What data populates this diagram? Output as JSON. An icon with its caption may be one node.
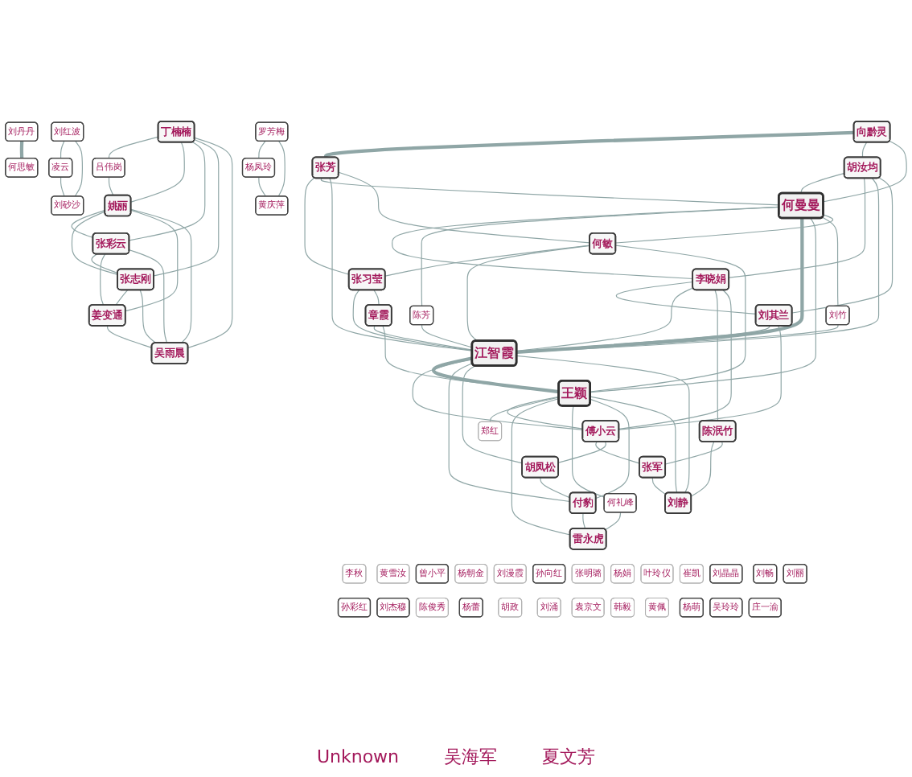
{
  "diagram": {
    "nodes": [
      {
        "text": [
          "丁楠楠"
        ]
      },
      {
        "text": [
          "吕伟岗"
        ]
      },
      {
        "text": [
          "姚丽"
        ]
      },
      {
        "text": [
          "李秋"
        ]
      },
      {
        "text": [
          "张彩云"
        ]
      },
      {
        "text": [
          "张志刚"
        ]
      },
      {
        "text": [
          "姜变通"
        ]
      },
      {
        "text": [
          "吴雨晨"
        ]
      },
      {
        "text": [
          "孙彩红"
        ]
      },
      {
        "text": [
          "黄雪汝"
        ]
      },
      {
        "text": [
          "向黔灵"
        ]
      },
      {
        "text": [
          "张芳"
        ]
      },
      {
        "text": [
          "刘杰穆"
        ]
      },
      {
        "text": [
          "胡汝均"
        ]
      },
      {
        "text": [
          "曾小平"
        ]
      },
      {
        "text": [
          "张习莹"
        ]
      },
      {
        "text": [
          "何曼曼"
        ]
      },
      {
        "text": [
          "陈俊秀"
        ]
      },
      {
        "text": [
          "杨朝金"
        ]
      },
      {
        "text": [
          "刘竹"
        ]
      },
      {
        "text": [
          "章霞"
        ]
      },
      {
        "text": [
          "李晓娟"
        ]
      },
      {
        "text": [
          "刘其兰"
        ]
      },
      {
        "text": [
          "陈芳"
        ]
      },
      {
        "text": [
          "刘丹丹"
        ]
      },
      {
        "text": [
          "杨蕾"
        ]
      },
      {
        "text": [
          "刘漫霞"
        ]
      },
      {
        "text": [
          "何敏"
        ]
      },
      {
        "text": [
          "江智霞"
        ]
      },
      {
        "text": [
          "胡政"
        ]
      },
      {
        "text": [
          "孙向红"
        ]
      },
      {
        "text": [
          "刘涌"
        ]
      },
      {
        "text": [
          "陈泯竹"
        ]
      },
      {
        "text": [
          "王颖"
        ]
      },
      {
        "text": [
          "郑红"
        ]
      },
      {
        "text": [
          "何思敏"
        ]
      },
      {
        "text": [
          "傅小云"
        ]
      },
      {
        "text": [
          "张明璐"
        ]
      },
      {
        "text": [
          "张军"
        ]
      },
      {
        "text": [
          "袁京文"
        ]
      },
      {
        "text": [
          "雷永虎"
        ]
      },
      {
        "text": [
          "杨娟"
        ]
      },
      {
        "text": [
          "韩毅"
        ]
      },
      {
        "text": [
          "何礼峰"
        ]
      },
      {
        "text": [
          "胡凤松"
        ]
      },
      {
        "text": [
          "叶玲仪"
        ]
      },
      {
        "text": [
          "付豹"
        ]
      },
      {
        "text": [
          "黄佩"
        ]
      },
      {
        "text": [
          "崔凯"
        ]
      },
      {
        "text": [
          "杨萌"
        ]
      },
      {
        "text": [
          "刘静"
        ]
      },
      {
        "text": [
          "刘晶晶"
        ]
      },
      {
        "text": [
          "刘红波"
        ]
      },
      {
        "text": [
          "吴玲玲"
        ]
      },
      {
        "text": [
          "刘畅"
        ]
      },
      {
        "text": [
          "杨凤玲"
        ]
      },
      {
        "text": [
          "庄一渝"
        ]
      },
      {
        "text": [
          "刘丽"
        ]
      },
      {
        "text": [
          "罗芳梅"
        ]
      },
      {
        "text": [
          "凌云"
        ]
      },
      {
        "text": [
          "刘砂沙"
        ]
      },
      {
        "text": [
          "黄庆萍"
        ]
      }
    ],
    "edges": [
      {
        "from": 0,
        "to": 1,
        "arrow": "none"
      },
      {
        "from": 0,
        "to": 2,
        "arrow": "none"
      },
      {
        "from": 0,
        "to": 4,
        "arrow": "none"
      },
      {
        "from": 0,
        "to": 5,
        "arrow": "none"
      },
      {
        "from": 0,
        "to": 7,
        "arrow": "none"
      },
      {
        "from": 1,
        "to": 2,
        "arrow": "none"
      },
      {
        "from": 2,
        "to": 4,
        "arrow": "none"
      },
      {
        "from": 2,
        "to": 5,
        "arrow": "none"
      },
      {
        "from": 2,
        "to": 6,
        "arrow": "none"
      },
      {
        "from": 2,
        "to": 7,
        "arrow": "none"
      },
      {
        "from": 4,
        "to": 5,
        "arrow": "none"
      },
      {
        "from": 4,
        "to": 6,
        "arrow": "none"
      },
      {
        "from": 4,
        "to": 7,
        "arrow": "none"
      },
      {
        "from": 5,
        "to": 6,
        "arrow": "none"
      },
      {
        "from": 5,
        "to": 7,
        "arrow": "none"
      },
      {
        "from": 6,
        "to": 7,
        "arrow": "none"
      },
      {
        "from": 10,
        "to": 11,
        "arrow": "none",
        "style": "thick"
      },
      {
        "from": 10,
        "to": 13,
        "arrow": "none"
      },
      {
        "from": 10,
        "to": 16,
        "arrow": "none"
      },
      {
        "from": 11,
        "to": 15,
        "arrow": "none"
      },
      {
        "from": 11,
        "to": 16,
        "arrow": "none"
      },
      {
        "from": 11,
        "to": 28,
        "arrow": "none"
      },
      {
        "from": 11,
        "to": 27,
        "arrow": "none"
      },
      {
        "from": 13,
        "to": 16,
        "arrow": "none"
      },
      {
        "from": 13,
        "to": 21,
        "arrow": "none"
      },
      {
        "from": 13,
        "to": 28,
        "arrow": "none"
      },
      {
        "from": 13,
        "to": 22,
        "arrow": "none"
      },
      {
        "from": 27,
        "to": 15,
        "arrow": "none"
      },
      {
        "from": 15,
        "to": 28,
        "arrow": "none"
      },
      {
        "from": 15,
        "to": 20,
        "arrow": "none"
      },
      {
        "from": 16,
        "to": 21,
        "arrow": "none"
      },
      {
        "from": 16,
        "to": 23,
        "arrow": "none"
      },
      {
        "from": 16,
        "to": 28,
        "arrow": "none",
        "style": "thick"
      },
      {
        "from": 16,
        "to": 33,
        "arrow": "none"
      },
      {
        "from": 16,
        "to": 19,
        "arrow": "none"
      },
      {
        "from": 16,
        "to": 27,
        "arrow": "none"
      },
      {
        "from": 21,
        "to": 22,
        "arrow": "none"
      },
      {
        "from": 21,
        "to": 28,
        "arrow": "none"
      },
      {
        "from": 21,
        "to": 32,
        "arrow": "none"
      },
      {
        "from": 21,
        "to": 36,
        "arrow": "none"
      },
      {
        "from": 22,
        "to": 28,
        "arrow": "none"
      },
      {
        "from": 22,
        "to": 36,
        "arrow": "none"
      },
      {
        "from": 19,
        "to": 28,
        "arrow": "none"
      },
      {
        "from": 23,
        "to": 28,
        "arrow": "none"
      },
      {
        "from": 20,
        "to": 28,
        "arrow": "none"
      },
      {
        "from": 20,
        "to": 33,
        "arrow": "none"
      },
      {
        "from": 27,
        "to": 28,
        "arrow": "none"
      },
      {
        "from": 27,
        "to": 33,
        "arrow": "none"
      },
      {
        "from": 28,
        "to": 33,
        "arrow": "none",
        "style": "thick"
      },
      {
        "from": 28,
        "to": 36,
        "arrow": "none"
      },
      {
        "from": 28,
        "to": 46,
        "arrow": "none"
      },
      {
        "from": 28,
        "to": 44,
        "arrow": "none"
      },
      {
        "from": 28,
        "to": 50,
        "arrow": "none"
      },
      {
        "from": 33,
        "to": 36,
        "arrow": "none"
      },
      {
        "from": 33,
        "to": 34,
        "arrow": "none"
      },
      {
        "from": 33,
        "to": 40,
        "arrow": "none"
      },
      {
        "from": 33,
        "to": 43,
        "arrow": "none"
      },
      {
        "from": 33,
        "to": 46,
        "arrow": "none"
      },
      {
        "from": 36,
        "to": 38,
        "arrow": "none"
      },
      {
        "from": 36,
        "to": 44,
        "arrow": "none"
      },
      {
        "from": 32,
        "to": 50,
        "arrow": "none"
      },
      {
        "from": 32,
        "to": 38,
        "arrow": "none"
      },
      {
        "from": 38,
        "to": 50,
        "arrow": "none"
      },
      {
        "from": 44,
        "to": 46,
        "arrow": "none"
      },
      {
        "from": 46,
        "to": 40,
        "arrow": "none"
      },
      {
        "from": 43,
        "to": 40,
        "arrow": "none"
      },
      {
        "from": 50,
        "to": 33,
        "arrow": "none"
      },
      {
        "from": 24,
        "to": 35,
        "arrow": "none",
        "style": "thick"
      },
      {
        "from": 52,
        "to": 59,
        "arrow": "none"
      },
      {
        "from": 52,
        "to": 60,
        "arrow": "none"
      },
      {
        "from": 59,
        "to": 60,
        "arrow": "none"
      },
      {
        "from": 58,
        "to": 55,
        "arrow": "none"
      },
      {
        "from": 58,
        "to": 61,
        "arrow": "none"
      },
      {
        "from": 55,
        "to": 61,
        "arrow": "none"
      }
    ],
    "labels": [
      "Unknown",
      "吴海军",
      "夏文芳"
    ]
  }
}
